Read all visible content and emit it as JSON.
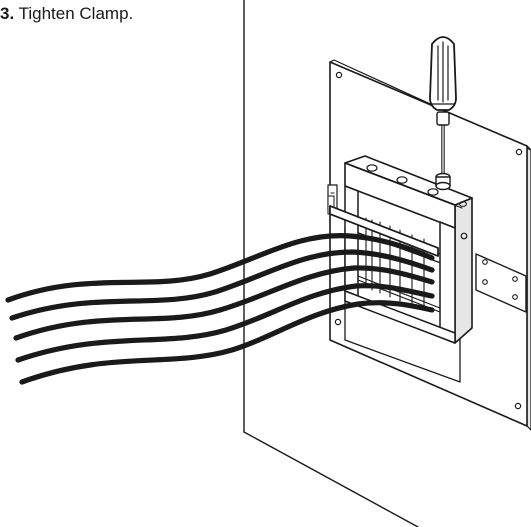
{
  "step": {
    "number": "3.",
    "instruction": "Tighten Clamp."
  },
  "colors": {
    "line": "#1a1a1a",
    "background": "#ffffff",
    "plate_fill": "#ffffff",
    "shadow_fill": "#e6e6e6"
  },
  "parts": [
    "wall",
    "wall-plate",
    "cable-clamp",
    "screwdriver",
    "cables"
  ],
  "cable_count": 5
}
